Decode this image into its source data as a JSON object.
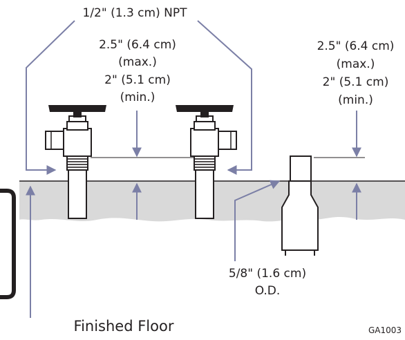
{
  "labels": {
    "thread_size": "1/2\" (1.3 cm) NPT",
    "valve_height_max": "2.5\" (6.4 cm)",
    "valve_height_max_suffix": "(max.)",
    "valve_height_min": "2\" (5.1 cm)",
    "valve_height_min_suffix": "(min.)",
    "tube_height_max": "2.5\" (6.4 cm)",
    "tube_height_max_suffix": "(max.)",
    "tube_height_min": "2\" (5.1 cm)",
    "tube_height_min_suffix": "(min.)",
    "tube_diameter": "5/8\" (1.6 cm)",
    "tube_diameter_suffix": "O.D.",
    "floor_label": "Finished Floor",
    "figure_code": "GA1003"
  },
  "colors": {
    "leader": "#7b7fa6",
    "floor_fill": "#d9d9d9",
    "outline": "#231f20",
    "text": "#231f20"
  }
}
